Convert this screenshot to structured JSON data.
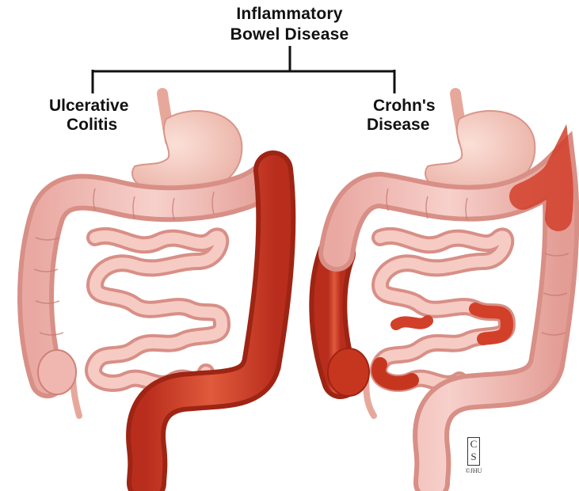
{
  "title": {
    "line1": "Inflammatory",
    "line2": "Bowel Disease"
  },
  "branches": [
    {
      "line1": "Ulcerative",
      "line2": "Colitis",
      "inflamed_segments": [
        "descending colon",
        "sigmoid colon",
        "rectum"
      ]
    },
    {
      "line1": "Crohn's",
      "line2": "Disease",
      "inflamed_segments": [
        "terminal ileum",
        "cecum",
        "ascending colon",
        "splenic flexure",
        "small intestine patches"
      ]
    }
  ],
  "signature": {
    "mark_top": "C",
    "mark_bottom": "S",
    "copyright": "©JHU"
  },
  "colors": {
    "healthy_tissue": "#f0b7b0",
    "tissue_outline": "#c9746c",
    "inflamed": "#d2402a",
    "stomach": "#f4c4b8",
    "line": "#111111"
  }
}
